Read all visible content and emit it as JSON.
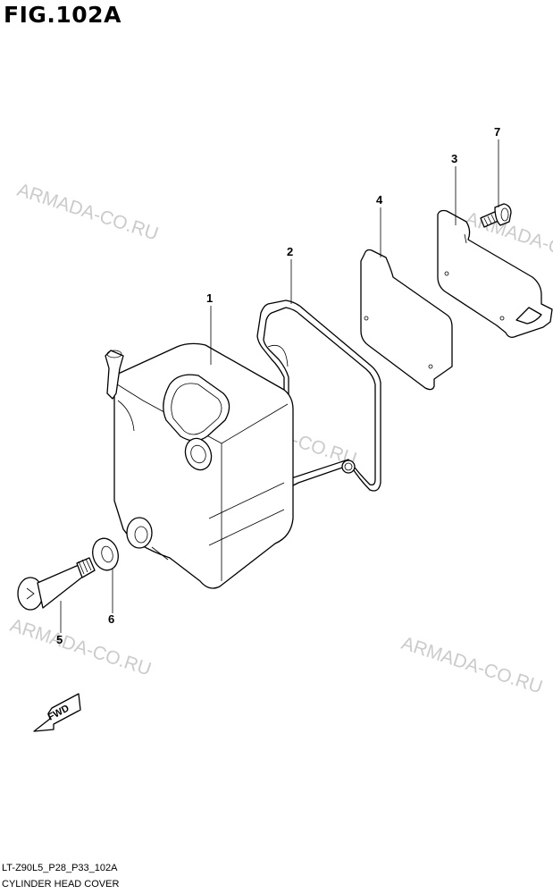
{
  "figure": {
    "title": "FIG.102A",
    "code": "LT-Z90L5_P28_P33_102A",
    "name": "CYLINDER HEAD COVER"
  },
  "watermark": "ARMADA-CO.RU",
  "parts": [
    {
      "number": "1",
      "icon": "cylinder-head-cover-icon"
    },
    {
      "number": "2",
      "icon": "gasket-icon"
    },
    {
      "number": "3",
      "icon": "cover-plate-icon"
    },
    {
      "number": "4",
      "icon": "plate-gasket-icon"
    },
    {
      "number": "5",
      "icon": "bolt-icon"
    },
    {
      "number": "6",
      "icon": "washer-icon"
    },
    {
      "number": "7",
      "icon": "small-bolt-icon"
    }
  ],
  "fwd_label": "FWD"
}
